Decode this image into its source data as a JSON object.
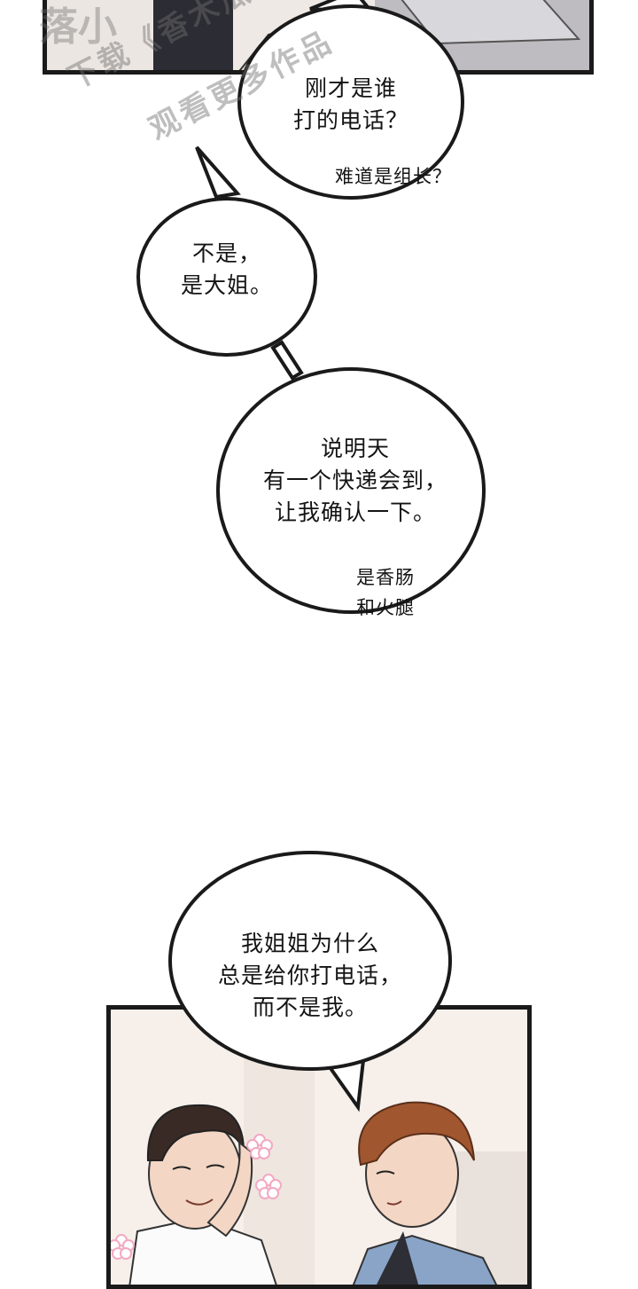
{
  "watermark": {
    "line1": "下载《香木瓜",
    "line2": "观看更多作品",
    "top_fragment": "落小"
  },
  "bubbles": [
    {
      "id": "call-question",
      "lines": "刚才是谁\n打的电话？"
    },
    {
      "id": "not-him",
      "lines": "不是，\n是大姐。"
    },
    {
      "id": "delivery",
      "lines": "说明天\n有一个快递会到，\n让我确认一下。"
    },
    {
      "id": "sister",
      "lines": "我姐姐为什么\n总是给你打电话，\n而不是我。"
    }
  ],
  "asides": [
    {
      "id": "team-leader",
      "text": "难道是组长？"
    },
    {
      "id": "sausage",
      "text": "是香肠\n和火腿"
    }
  ],
  "colors": {
    "ink": "#141414",
    "panel_border": "#1a1a1a",
    "skin": "#f3d6c4",
    "dark_hair": "#3a2a25",
    "brown_hair": "#a0562f",
    "shirt_blue": "#8aa4c8",
    "flower_pink": "#f3a9c3"
  }
}
